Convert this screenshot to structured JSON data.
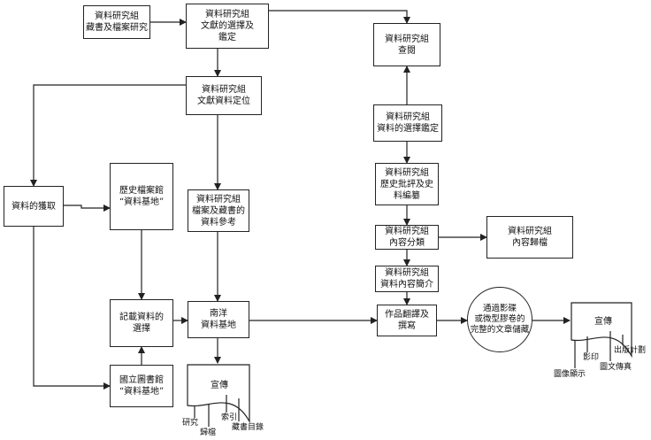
{
  "nodes": {
    "collection_research": "資料研究組\n藏書及檔案研究",
    "selection_evaluation": "資料研究組\n文獻的選擇及\n鑑定",
    "inspection": "資料研究組\n查閱",
    "positioning": "資料研究組\n文獻資料定位",
    "selection_evaluation2": "資料研究組\n資料的選擇鑑定",
    "acquisition": "資料的獲取",
    "archives_base": "歷史檔案館\n“資料基地”",
    "reference": "資料研究組\n檔案及藏書的\n資料參考",
    "critique_compile": "資料研究組\n歷史批評及史\n料編纂",
    "content_classify": "資料研究組\n內容分類",
    "content_archive": "資料研究組\n內容歸檔",
    "content_summary": "資料研究組\n資料內容簡介",
    "record_selection": "記載資料的\n選擇",
    "nanyang_base": "南洋\n資料基地",
    "compile_write": "作品翻譯及\n撰寫",
    "complete_storage": "通過影碟\n或微型膠卷的\n完整的文章儲藏",
    "national_library": "國立圖書館\n“資料基地”"
  },
  "doc_left": {
    "title": "宣傳",
    "labels": [
      "研究",
      "歸檔",
      "索引",
      "藏書目錄"
    ]
  },
  "doc_right": {
    "title": "宣傳",
    "labels": [
      "圖像顯示",
      "影印",
      "圖文傳真",
      "出版計劃"
    ]
  }
}
